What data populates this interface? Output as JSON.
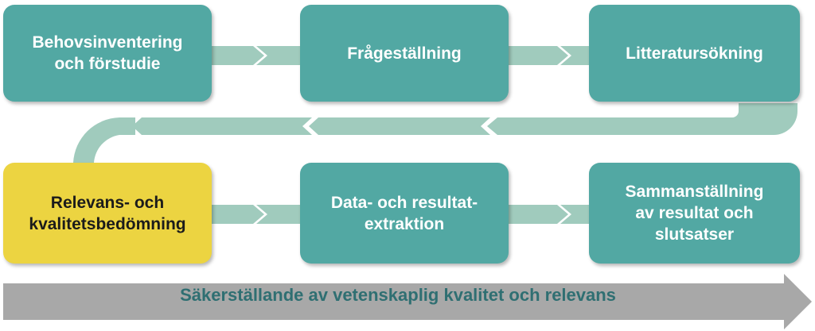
{
  "steps": [
    {
      "id": "s1",
      "label": "Behovsinventering\noch förstudie",
      "style": "teal"
    },
    {
      "id": "s2",
      "label": "Frågeställning",
      "style": "teal"
    },
    {
      "id": "s3",
      "label": "Litteratursökning",
      "style": "teal"
    },
    {
      "id": "s4",
      "label": "Relevans- och\nkvalitetsbedömning",
      "style": "highlight"
    },
    {
      "id": "s5",
      "label": "Data- och resultat-\nextraktion",
      "style": "teal"
    },
    {
      "id": "s6",
      "label": "Sammanställning\nav resultat och\nslutsatser",
      "style": "teal"
    }
  ],
  "bottom_arrow": {
    "label": "Säkerställande av vetenskaplig kvalitet och relevans"
  },
  "colors": {
    "step_fill": "#52a8a3",
    "highlight_fill": "#ecd441",
    "connector_fill": "#a0cbbd",
    "bottom_arrow_fill": "#a8a8a8",
    "bottom_label": "#2f6f72"
  }
}
